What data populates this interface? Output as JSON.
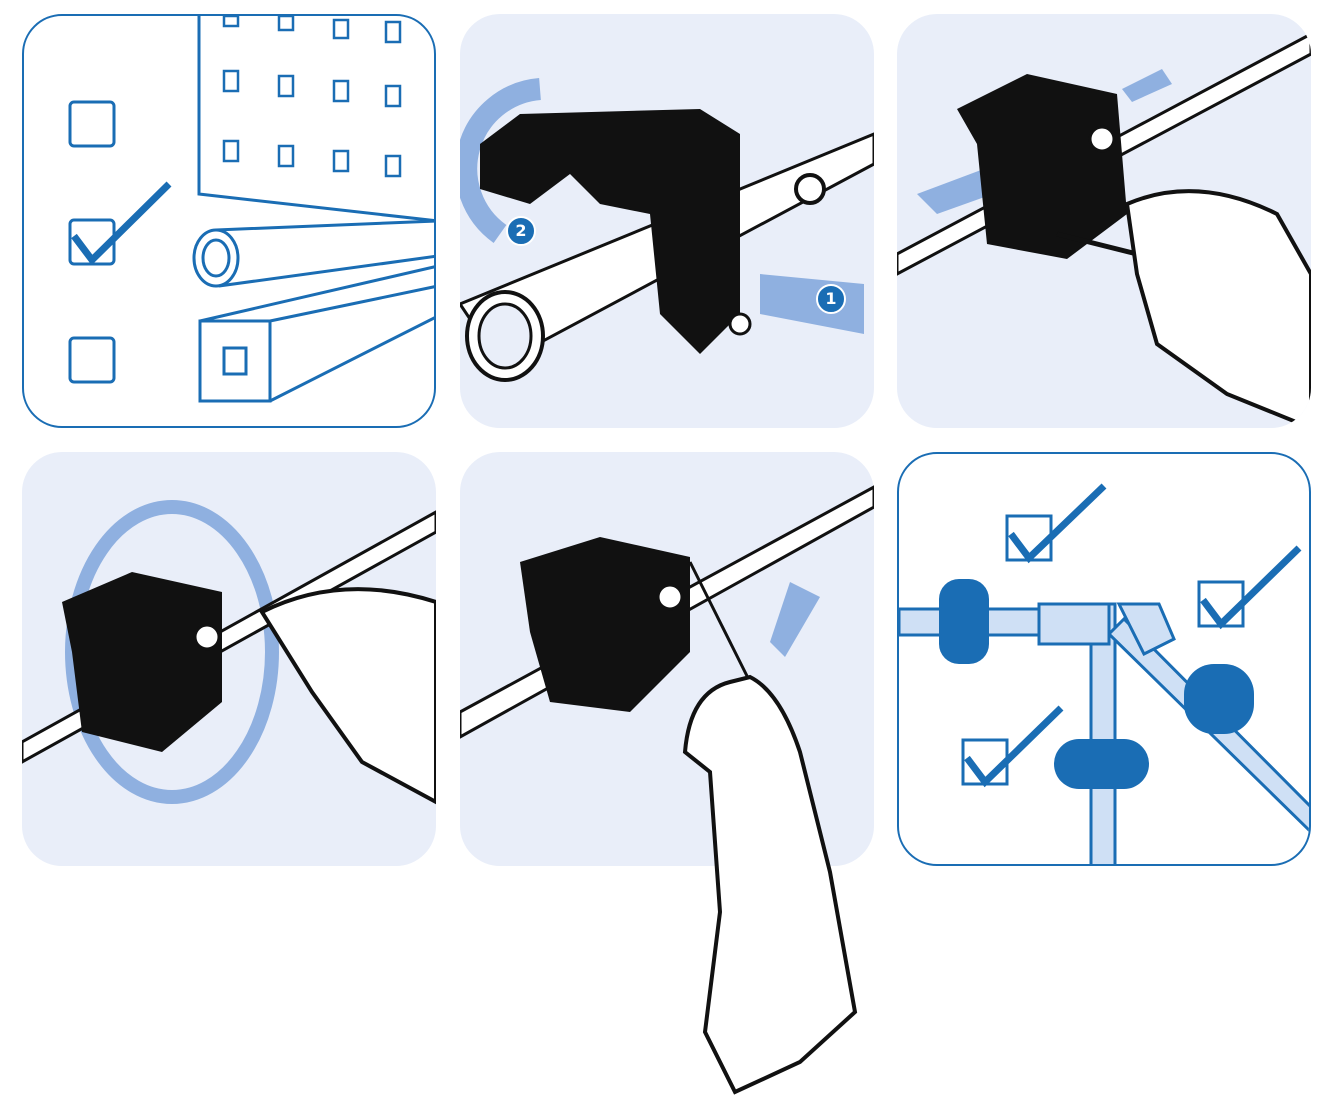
{
  "colors": {
    "brand_blue": "#1a6db4",
    "panel_fill": "#e9eef9",
    "arrow_blue": "#8fb0e0",
    "part_black": "#111111"
  },
  "steps": [
    {
      "name": "choose-profile"
    },
    {
      "name": "attach-clamp",
      "badges": [
        "1",
        "2"
      ]
    },
    {
      "name": "slide-and-tighten"
    },
    {
      "name": "rotate-hook"
    },
    {
      "name": "hang-cloth"
    },
    {
      "name": "installed-system"
    }
  ]
}
